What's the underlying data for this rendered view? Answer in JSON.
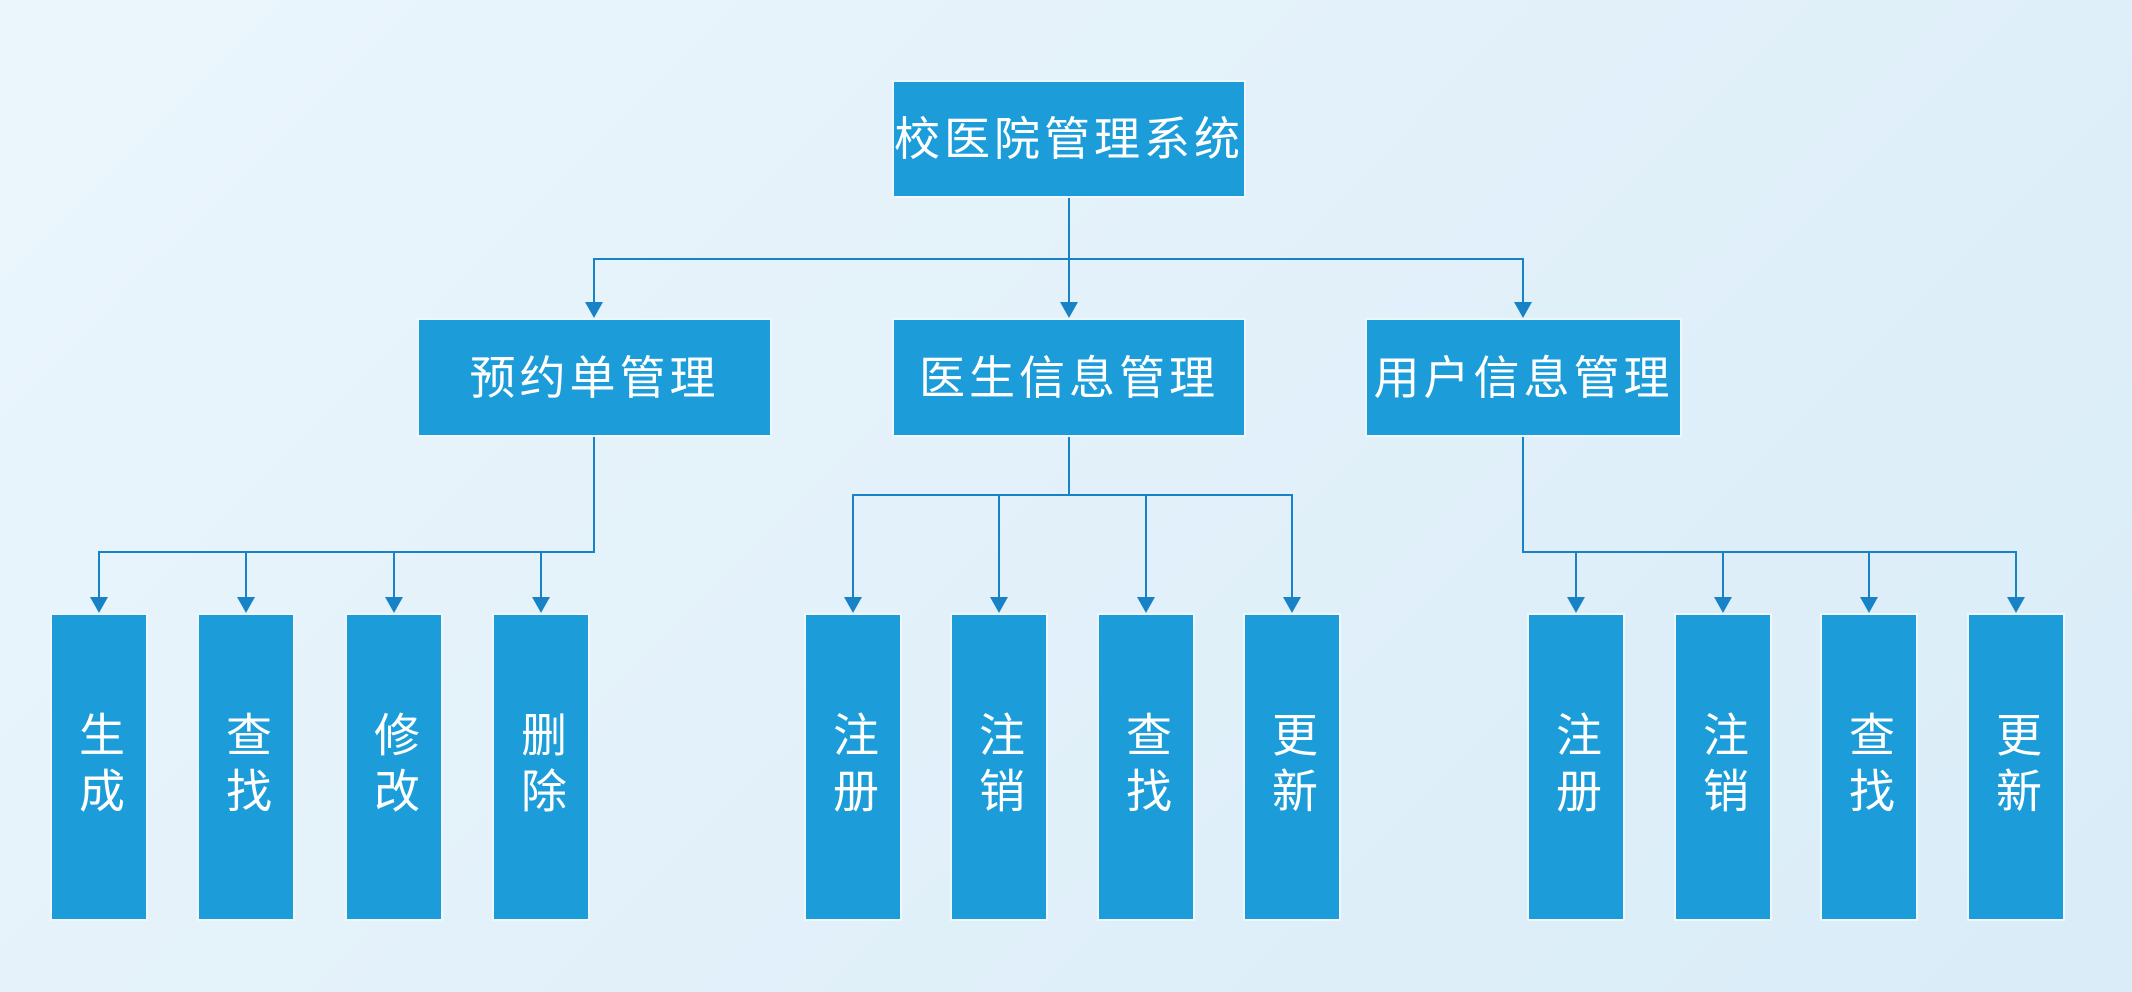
{
  "diagram": {
    "title": "校医院管理系统",
    "root": {
      "label": "校医院管理系统"
    },
    "branches": [
      {
        "label": "预约单管理",
        "children": [
          {
            "label": "生成"
          },
          {
            "label": "查找"
          },
          {
            "label": "修改"
          },
          {
            "label": "删除"
          }
        ]
      },
      {
        "label": "医生信息管理",
        "children": [
          {
            "label": "注册"
          },
          {
            "label": "注销"
          },
          {
            "label": "查找"
          },
          {
            "label": "更新"
          }
        ]
      },
      {
        "label": "用户信息管理",
        "children": [
          {
            "label": "注册"
          },
          {
            "label": "注销"
          },
          {
            "label": "查找"
          },
          {
            "label": "更新"
          }
        ]
      }
    ],
    "colors": {
      "node_fill": "#1C9DD9",
      "node_border": "#FFFFFF",
      "connector": "#1783C6",
      "text": "#FFFFFF",
      "background_start": "#EBF6FC",
      "background_end": "#D9ECF7"
    }
  }
}
